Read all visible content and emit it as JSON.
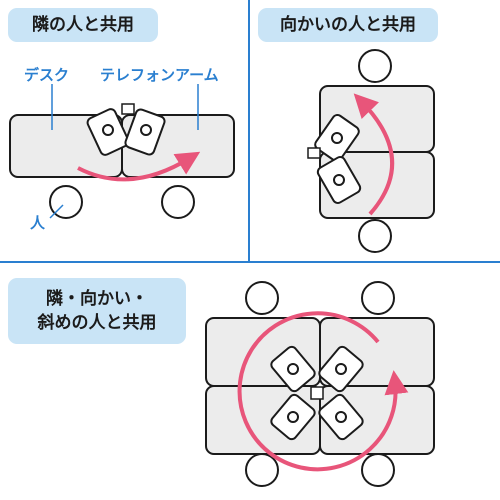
{
  "panels": {
    "neighbor": {
      "title": "隣の人と共用",
      "labels": {
        "desk": "デスク",
        "arm": "テレフォンアーム",
        "person": "人"
      }
    },
    "across": {
      "title": "向かいの人と共用"
    },
    "all": {
      "title_line1": "隣・向かい・",
      "title_line2": "斜めの人と共用"
    }
  },
  "colors": {
    "label_bg": "#c9e4f6",
    "divider": "#2a7fd0",
    "callout_text": "#2a7fd0",
    "arrow": "#e8557a",
    "desk_fill": "#ececec",
    "outline": "#1b1b1b"
  },
  "icons": [
    "telephone-arm-icon",
    "person-seat-icon",
    "rotation-arrow-icon"
  ]
}
